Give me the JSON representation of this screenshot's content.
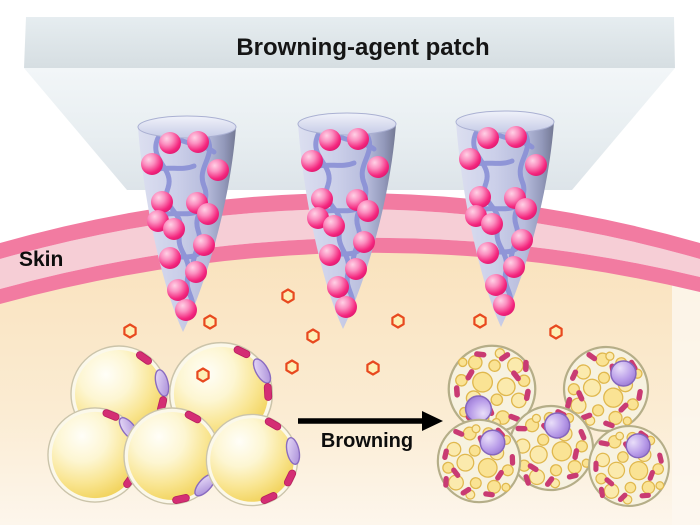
{
  "figure": {
    "patch": {
      "label": "Browning-agent patch",
      "face_color": "#e7edf0"
    },
    "skin": {
      "label": "Skin",
      "stripe_color": "#f27ba1",
      "band_color": "#f6ced6"
    },
    "process": {
      "label": "Browning",
      "arrow_color": "#000000"
    },
    "microneedles": {
      "count": 3,
      "body_color": "#c9cde8",
      "polymer_network_color": "#8a90d6",
      "drug_particle_color": "#f4267e",
      "drug_particles_per_needle": 14
    },
    "released_agent": {
      "shape": "hexagon",
      "count": 10,
      "outline_color": "#e8491f",
      "fill_color": "#fdf0b6"
    },
    "white_fat_cells": {
      "count": 5,
      "lipid_color": "#f9e591",
      "nucleus_color": "#a98ad8",
      "mitochondria_color": "#d42e74"
    },
    "brown_fat_cells": {
      "count": 5,
      "cytoplasm_color": "#f7f2e0",
      "lipid_droplet_color": "#fae394",
      "nucleus_color": "#b79ae8",
      "mitochondria_color": "#c93b73"
    },
    "background": {
      "above_skin": "#ffffff",
      "subcutaneous_top": "#f9e2bd",
      "subcutaneous_bottom": "#fdf6ec"
    }
  }
}
